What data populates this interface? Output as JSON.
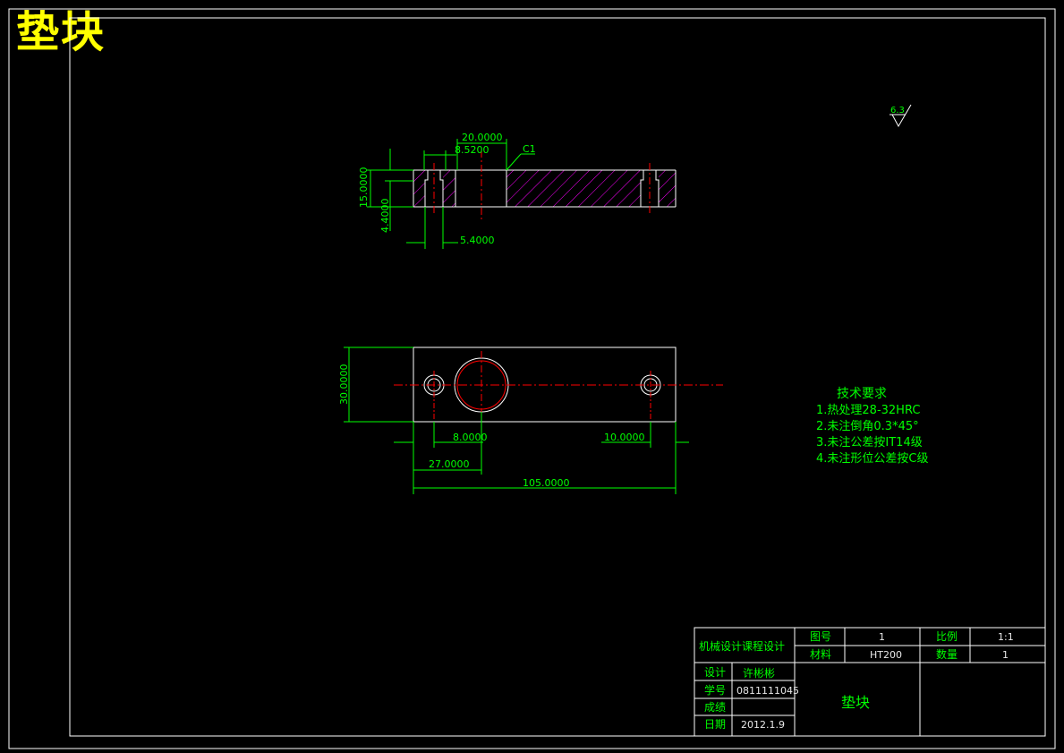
{
  "title": "垫块",
  "colors": {
    "background": "#000000",
    "frame": "#ffffff",
    "outline": "#ffffff",
    "dimension": "#00ff00",
    "centerline": "#ff0000",
    "hatch": "#ff00ff",
    "title_text": "#ffff00"
  },
  "roughness": "6.3",
  "section_view": {
    "dims": {
      "width_20": "20.0000",
      "width_8": "8.5200",
      "chamfer": "C1",
      "height_15": "15.0000",
      "depth_4": "4.4000",
      "dia_5": "5.4000"
    }
  },
  "plan_view": {
    "dims": {
      "height_30": "30.0000",
      "offset_8": "8.0000",
      "offset_10": "10.0000",
      "offset_27": "27.0000",
      "length_105": "105.0000"
    }
  },
  "tech_requirements": {
    "heading": "技术要求",
    "items": [
      "1.热处理28-32HRC",
      "2.未注倒角0.3*45°",
      "3.未注公差按IT14级",
      "4.未注形位公差按C级"
    ]
  },
  "title_block": {
    "course": "机械设计课程设计",
    "drawing_no_label": "图号",
    "drawing_no": "1",
    "scale_label": "比例",
    "scale": "1:1",
    "material_label": "材料",
    "material": "HT200",
    "qty_label": "数量",
    "qty": "1",
    "designer_label": "设计",
    "designer": "许彬彬",
    "student_id_label": "学号",
    "student_id": "0811111045",
    "grade_label": "成绩",
    "grade": "",
    "date_label": "日期",
    "date": "2012.1.9",
    "part_name": "垫块"
  }
}
